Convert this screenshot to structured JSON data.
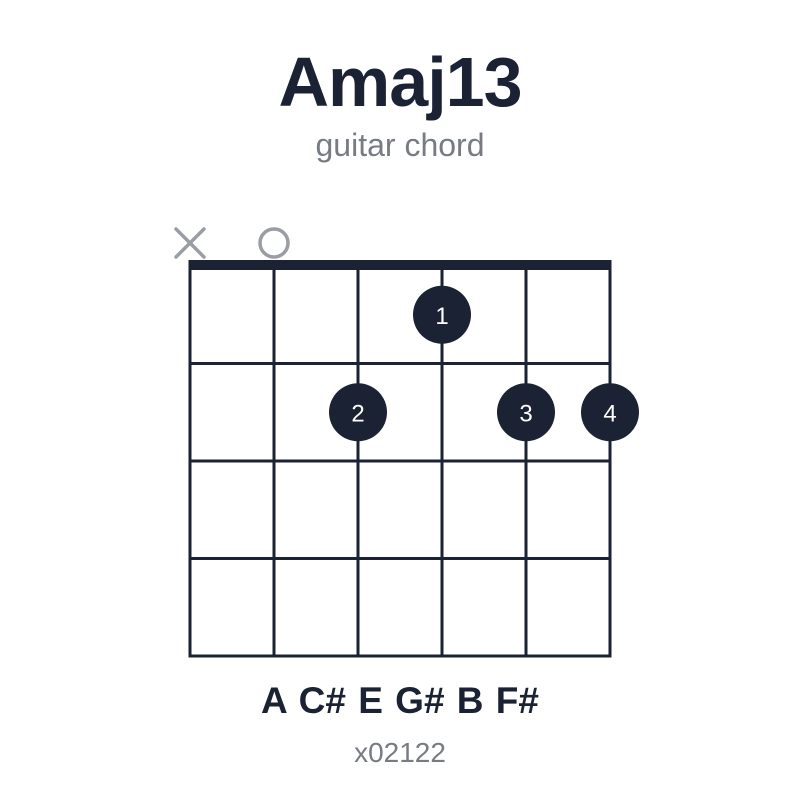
{
  "chord": {
    "name": "Amaj13",
    "subtitle": "guitar chord",
    "notes": "A C# E G# B F#",
    "fingering": "x02122"
  },
  "diagram": {
    "strings": 6,
    "frets_shown": 4,
    "nut": true,
    "string_markers": [
      "x",
      "o",
      "",
      "",
      "",
      ""
    ],
    "dots": [
      {
        "string": 4,
        "fret": 1,
        "finger": "1"
      },
      {
        "string": 3,
        "fret": 2,
        "finger": "2"
      },
      {
        "string": 5,
        "fret": 2,
        "finger": "3"
      },
      {
        "string": 6,
        "fret": 2,
        "finger": "4"
      }
    ]
  },
  "colors": {
    "ink": "#1a2233",
    "muted": "#9a9da3",
    "dot_text": "#ffffff"
  }
}
